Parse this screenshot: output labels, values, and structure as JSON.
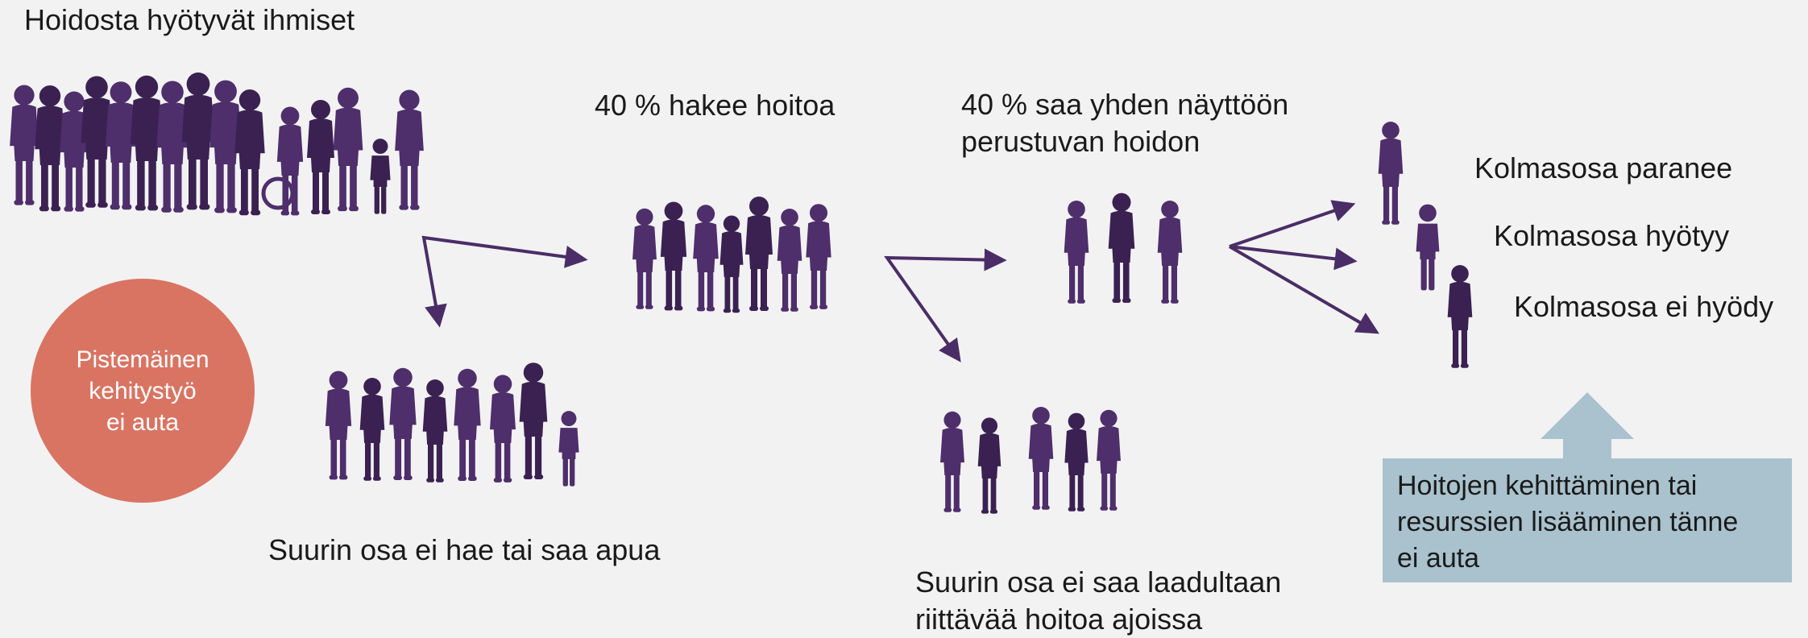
{
  "labels": {
    "people_title": "Hoidosta hyötyvät ihmiset",
    "seek_care": "40 % hakee hoitoa",
    "one_evidence_care": [
      "40 % saa yhden näyttöön",
      "perustuvan hoidon"
    ],
    "third_recover": "Kolmasosa paranee",
    "third_benefit": "Kolmasosa hyötyy",
    "third_no_benefit": "Kolmasosa ei hyödy",
    "majority_no_help": "Suurin osa ei hae tai saa apua",
    "majority_no_quality": [
      "Suurin osa ei saa laadultaan",
      "riittävää hoitoa ajoissa"
    ]
  },
  "circle": {
    "lines": [
      "Pistemäinen",
      "kehitystyö",
      "ei auta"
    ]
  },
  "callout": {
    "lines": [
      "Hoitojen kehittäminen tai",
      "resurssien lisääminen tänne",
      "ei auta"
    ]
  },
  "colors": {
    "background": "#f2f2f2",
    "silhouette": "#4e2e6b",
    "silhouette_dark": "#3a2152",
    "arrow": "#4a2d66",
    "circle": "#d97463",
    "callout_box": "#a9c2cd"
  },
  "icons": [
    "people-group-icon",
    "arrow-icon",
    "up-arrow-icon"
  ]
}
